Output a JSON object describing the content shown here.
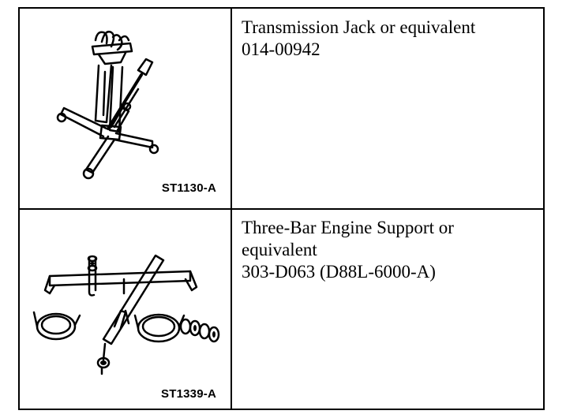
{
  "tools": [
    {
      "figure_code": "ST1130-A",
      "illustration": "transmission-jack",
      "description": "Transmission Jack or equivalent",
      "part_number": "014-00942"
    },
    {
      "figure_code": "ST1339-A",
      "illustration": "three-bar-engine-support",
      "description_line1": "Three-Bar Engine Support or",
      "description_line2": "equivalent",
      "part_number": "303-D063 (D88L-6000-A)"
    }
  ]
}
